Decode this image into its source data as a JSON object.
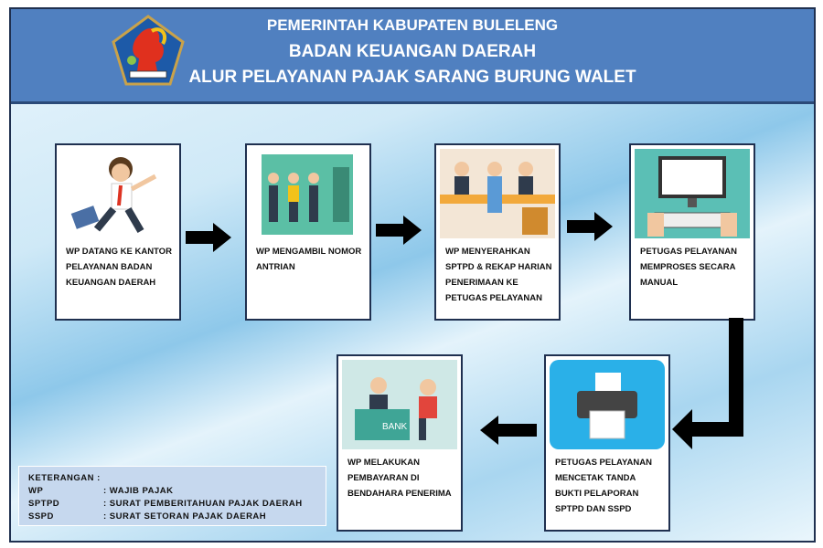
{
  "header": {
    "line1": "PEMERINTAH KABUPATEN BULELENG",
    "line2": "BADAN KEUANGAN DAERAH",
    "line3": "ALUR PELAYANAN PAJAK SARANG BURUNG WALET"
  },
  "steps": [
    {
      "text": "WP DATANG KE KANTOR PELAYANAN BADAN KEUANGAN DAERAH",
      "icon": "running-businessman"
    },
    {
      "text": "WP MENGAMBIL NOMOR ANTRIAN",
      "icon": "queue-machine"
    },
    {
      "text": "WP MENYERAHKAN SPTPD & REKAP HARIAN PENERIMAAN KE PETUGAS PELAYANAN",
      "icon": "service-desk"
    },
    {
      "text": "PETUGAS PELAYANAN MEMPROSES SECARA MANUAL",
      "icon": "computer"
    },
    {
      "text": "PETUGAS PELAYANAN MENCETAK TANDA BUKTI PELAPORAN SPTPD DAN SSPD",
      "icon": "printer"
    },
    {
      "text": "WP MELAKUKAN PEMBAYARAN DI BENDAHARA PENERIMA",
      "icon": "bank-counter",
      "bank_label": "BANK"
    }
  ],
  "legend": {
    "title": "KETERANGAN :",
    "rows": [
      {
        "key": "WP",
        "value": ": WAJIB PAJAK"
      },
      {
        "key": "SPTPD",
        "value": ": SURAT PEMBERITAHUAN PAJAK DAERAH"
      },
      {
        "key": "SSPD",
        "value": ": SURAT SETORAN PAJAK DAERAH"
      }
    ]
  },
  "colors": {
    "header": "#5080c0",
    "border": "#1f3050"
  }
}
